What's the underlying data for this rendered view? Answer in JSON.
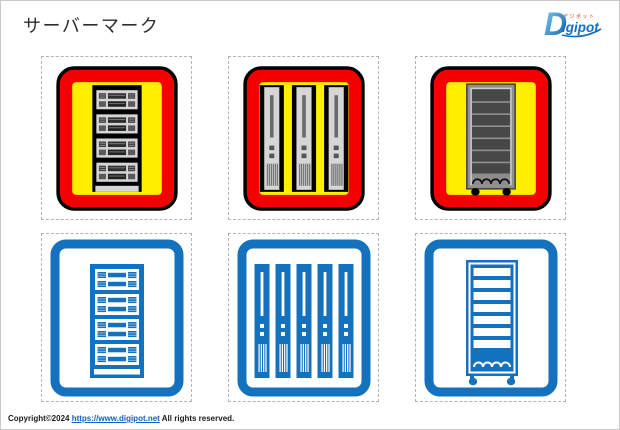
{
  "page": {
    "title": "サーバーマーク"
  },
  "logo": {
    "initial": "D",
    "rest": "igipot",
    "small": "デジポット"
  },
  "footer": {
    "copyright_prefix": "Copyright©2024",
    "link": "https://www.digipot.net",
    "copyright_suffix": "All rights reserved."
  },
  "theme": {
    "red": "#f40000",
    "yellow": "#ffee00",
    "blue": "#1471bd",
    "black": "#000000",
    "gray_light": "#d5d5d5",
    "gray_mid": "#8f8f8f",
    "gray_dark": "#474747",
    "link_blue": "#1560c0"
  },
  "icons": [
    {
      "name": "server-rack-icon-colored",
      "palette": "red-yellow-black"
    },
    {
      "name": "tower-servers-icon-colored",
      "palette": "red-yellow-black",
      "towers": 3
    },
    {
      "name": "server-cabinet-icon-colored",
      "palette": "red-yellow-gray"
    },
    {
      "name": "server-rack-icon-blue",
      "palette": "blue-white"
    },
    {
      "name": "tower-servers-icon-blue",
      "palette": "blue-white",
      "towers": 5
    },
    {
      "name": "server-cabinet-icon-blue",
      "palette": "blue-white"
    }
  ]
}
